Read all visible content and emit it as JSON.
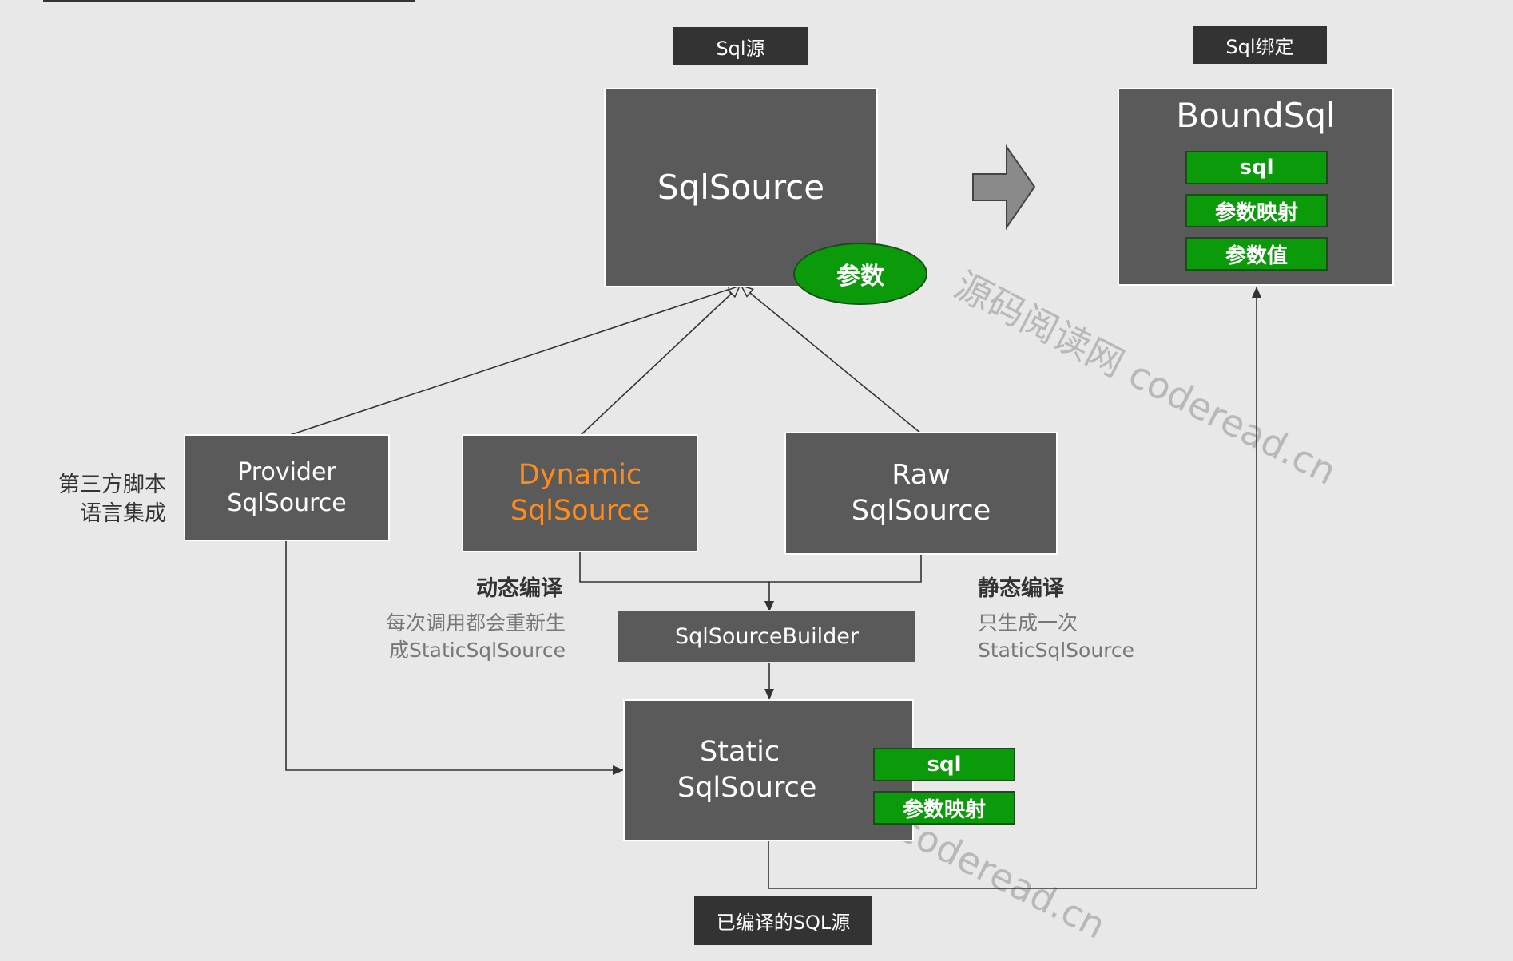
{
  "labels": {
    "sql_source_tag": "Sql源",
    "sql_bind_tag": "Sql绑定",
    "compiled_tag": "已编译的SQL源"
  },
  "sqlsource": {
    "title": "SqlSource",
    "param_badge": "参数"
  },
  "boundsql": {
    "title": "BoundSql",
    "fields": [
      "sql",
      "参数映射",
      "参数值"
    ]
  },
  "provider": {
    "line1": "Provider",
    "line2": "SqlSource",
    "note_line1": "第三方脚本",
    "note_line2": "语言集成"
  },
  "dynamic": {
    "line1": "Dynamic",
    "line2": "SqlSource",
    "note_title": "动态编译",
    "note_line1": "每次调用都会重新生",
    "note_line2": "成StaticSqlSource"
  },
  "raw": {
    "line1": "Raw",
    "line2": "SqlSource",
    "note_title": "静态编译",
    "note_line1": "只生成一次",
    "note_line2": "StaticSqlSource"
  },
  "builder": {
    "label": "SqlSourceBuilder"
  },
  "static": {
    "line1": "Static",
    "line2": "SqlSource",
    "fields": [
      "sql",
      "参数映射"
    ]
  },
  "watermark": {
    "text1": "源码阅读网 coderead.cn",
    "text2": "coderead.cn"
  },
  "colors": {
    "box": "#5a5a5a",
    "green": "#0a9a0a",
    "orange": "#ff8c1a",
    "tag": "#333333"
  }
}
